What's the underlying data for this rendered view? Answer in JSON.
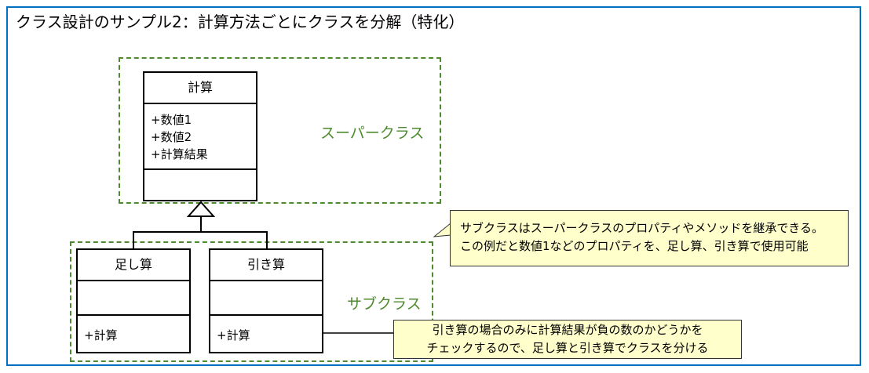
{
  "title": "クラス設計のサンプル2：計算方法ごとにクラスを分解（特化）",
  "superclass": {
    "label": "スーパークラス",
    "name": "計算",
    "attributes": [
      "+数値1",
      "+数値2",
      "+計算結果"
    ]
  },
  "subclass_group": {
    "label": "サブクラス"
  },
  "subclasses": [
    {
      "name": "足し算",
      "method": "+計算"
    },
    {
      "name": "引き算",
      "method": "+計算"
    }
  ],
  "notes": {
    "inheritance": [
      "サブクラスはスーパークラスのプロパティやメソッドを継承できる。",
      "この例だと数値1などのプロパティを、足し算、引き算で使用可能"
    ],
    "subtraction": [
      "引き算の場合のみに計算結果が負の数のかどうかを",
      "チェックするので、足し算と引き算でクラスを分ける"
    ]
  },
  "colors": {
    "frame": "#0070C0",
    "group": "#4E8A2E",
    "note": "#FFFFCC"
  }
}
